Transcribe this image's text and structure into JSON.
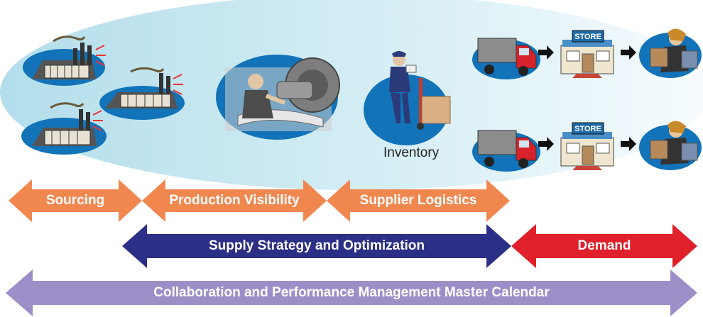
{
  "labels": {
    "inventory": "Inventory",
    "store": "STORE"
  },
  "arrows": {
    "sourcing": "Sourcing",
    "production_visibility": "Production Visibility",
    "supplier_logistics": "Supplier Logistics",
    "supply_strategy": "Supply Strategy and Optimization",
    "demand": "Demand",
    "collaboration": "Collaboration and Performance Management Master Calendar"
  },
  "colors": {
    "orange": "#f0874f",
    "navy": "#2b2f86",
    "red": "#e0202a",
    "lavender": "#9d8ec8",
    "ellipse_left": "#b9e3ef",
    "icon_blue": "#1273b8"
  }
}
